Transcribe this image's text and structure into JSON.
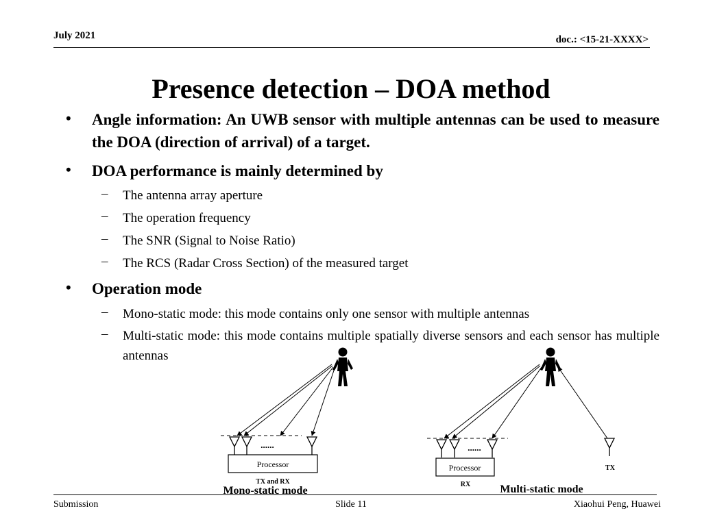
{
  "header": {
    "date": "July 2021",
    "doc": "doc.: <15-21-XXXX>"
  },
  "title": "Presence detection – DOA method",
  "bullets": [
    {
      "text": "Angle information: An UWB sensor with multiple antennas can be used to measure the DOA (direction of arrival) of a target.",
      "sub": []
    },
    {
      "text": "DOA performance is mainly determined by",
      "sub": [
        "The antenna array aperture",
        "The operation frequency",
        "The SNR (Signal to Noise Ratio)",
        "The RCS (Radar Cross Section) of the measured target"
      ]
    },
    {
      "text": "Operation mode",
      "sub": [
        "Mono-static mode:  this mode contains only one sensor with multiple antennas",
        "Multi-static mode: this mode contains multiple spatially diverse sensors and each sensor has multiple antennas"
      ]
    }
  ],
  "diagram": {
    "mono": {
      "processor_label": "Processor",
      "dots": "......",
      "txrx_label": "TX and RX",
      "caption": "Mono-static mode"
    },
    "multi": {
      "processor_label": "Processor",
      "dots": "......",
      "rx_label": "RX",
      "tx_label": "TX",
      "caption": "Multi-static mode"
    }
  },
  "footer": {
    "left": "Submission",
    "center": "Slide 11",
    "right": "Xiaohui Peng, Huawei"
  }
}
